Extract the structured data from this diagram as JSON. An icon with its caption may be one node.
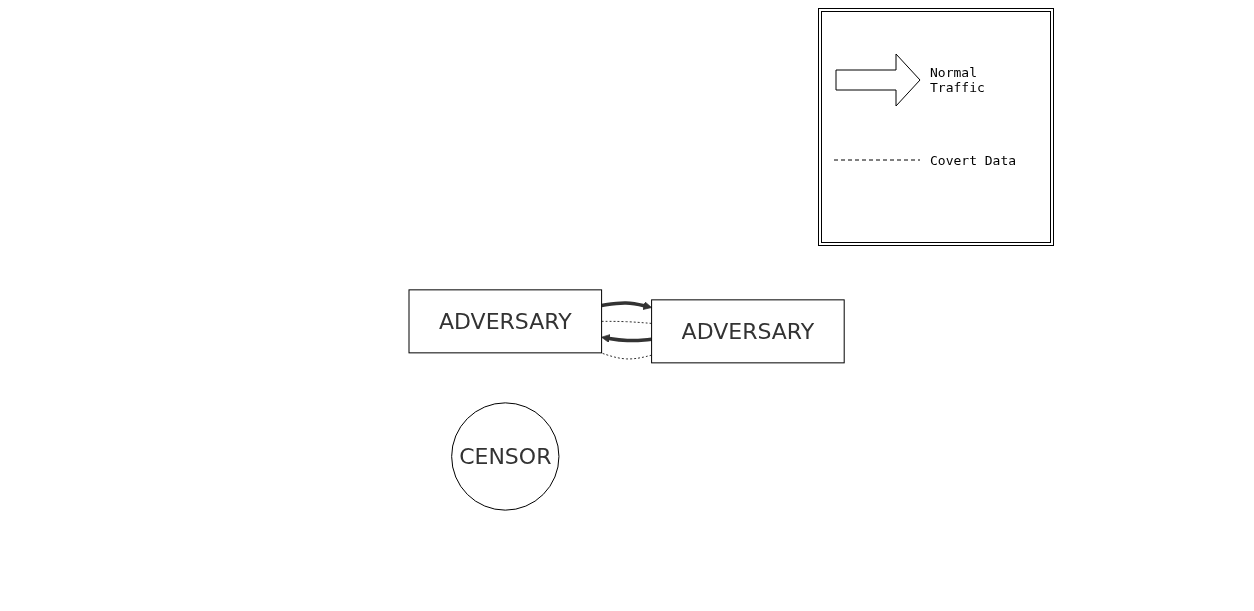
{
  "diagram": {
    "nodes": [
      {
        "text": [
          "ADVERSARY"
        ]
      },
      {
        "text": [
          "CENSOR"
        ]
      },
      {
        "text": [
          "ADVERSARY"
        ]
      }
    ],
    "edges": [
      {
        "from": 0,
        "to": 2,
        "arrow": "to",
        "style": "thick"
      },
      {
        "from": 0,
        "to": 2,
        "arrow": "none",
        "style": "dashed"
      },
      {
        "from": 2,
        "to": 0,
        "arrow": "to",
        "style": "thick"
      },
      {
        "from": 2,
        "to": 0,
        "arrow": "none",
        "style": "dashed"
      }
    ],
    "legend": [
      {
        "text": "Normal Traffic"
      },
      {
        "text": "Covert Data"
      }
    ]
  }
}
